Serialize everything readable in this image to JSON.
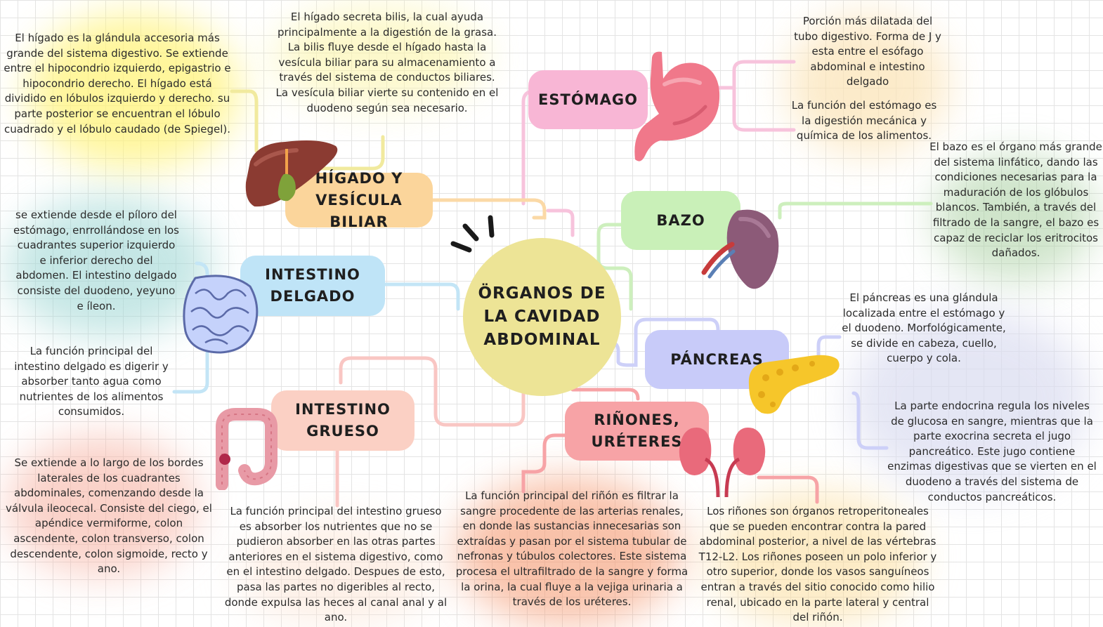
{
  "center": {
    "title": "ÖRGANOS DE LA CAVIDAD ABDOMINAL"
  },
  "colors": {
    "yellow": "#ede496",
    "pink": "#f8b6d5",
    "orange": "#fbd59b",
    "green": "#c9f0b8",
    "blue": "#bfe4f7",
    "lavender": "#c8cbf9",
    "salmon": "#f7a3a6",
    "peach": "#fbd0c4"
  },
  "organs": {
    "estomago": {
      "label": "ESTÓMAGO",
      "desc1": "Porción más dilatada del tubo digestivo. Forma de J y esta entre el esófago abdominal e intestino delgado",
      "desc2": "La función del estómago es la digestión mecánica y química de los alimentos."
    },
    "higado": {
      "label": "HÍGADO Y VESÍCULA BILIAR",
      "desc1": "El hígado es la glándula accesoria más grande del sistema digestivo. Se extiende entre el hipocondrio izquierdo, epigastrio e hipocondrio derecho. El hígado está dividido en lóbulos izquierdo y derecho. su parte posterior se encuentran el lóbulo cuadrado y el lóbulo caudado (de Spiegel).",
      "desc2": "El hígado secreta bilis, la cual ayuda principalmente a la digestión de la grasa. La bilis fluye desde el hígado hasta la vesícula biliar para su almacenamiento a través del sistema de conductos biliares. La vesícula biliar vierte su contenido en el duodeno según sea necesario."
    },
    "bazo": {
      "label": "BAZO",
      "desc1": "El bazo es el órgano más grande del sistema linfático, dando las condiciones necesarias para la maduración de los glóbulos blancos. También, a través del filtrado de la sangre, el bazo es capaz de reciclar los eritrocitos dañados."
    },
    "intestino_delgado": {
      "label": "INTESTINO DELGADO",
      "desc1": "se extiende desde el píloro del estómago, enrrollándose en los cuadrantes superior izquierdo e inferior derecho del abdomen. El intestino delgado consiste del duodeno, yeyuno e íleon.",
      "desc2": "La función principal del intestino delgado es digerir y absorber tanto agua como nutrientes de los alimentos consumidos."
    },
    "pancreas": {
      "label": "PÁNCREAS",
      "desc1": "El páncreas es una glándula localizada entre el estómago y el duodeno. Morfológicamente, se divide en cabeza, cuello, cuerpo y cola.",
      "desc2": "La parte endocrina regula los niveles de glucosa en sangre, mientras que la parte exocrina secreta el jugo pancreático. Este jugo contiene enzimas digestivas que se vierten en el duodeno a través del sistema de conductos pancreáticos."
    },
    "intestino_grueso": {
      "label": "INTESTINO GRUESO",
      "desc1": "Se extiende a lo largo de los bordes laterales de los cuadrantes abdominales, comenzando desde la válvula ileocecal. Consiste del ciego, el apéndice vermiforme, colon ascendente, colon transverso, colon descendente, colon sigmoide, recto y ano.",
      "desc2": "La función principal del intestino grueso es absorber los nutrientes que no se pudieron absorber en las otras partes anteriores en el sistema digestivo, como en el intestino delgado. Despues de esto, pasa las partes no digeribles al recto, donde expulsa las heces al canal anal y al ano."
    },
    "rinones": {
      "label": "RIÑONES, URÉTERES",
      "desc1": "La función principal del riñón es filtrar la sangre procedente de las arterias renales, en donde las sustancias innecesarias son extraídas y pasan por el sistema tubular de nefronas y túbulos colectores. Este sistema procesa el ultrafiltrado de la sangre y forma la orina, la cual fluye a la vejiga urinaria a través de los uréteres.",
      "desc2": "Los riñones son órganos retroperitoneales que se pueden encontrar contra la pared abdominal posterior, a nivel de las vértebras T12-L2. Los riñones poseen un polo inferior y otro superior, donde los vasos sanguíneos entran a través del sitio conocido como hilio renal, ubicado en la parte lateral y central del riñón."
    }
  }
}
